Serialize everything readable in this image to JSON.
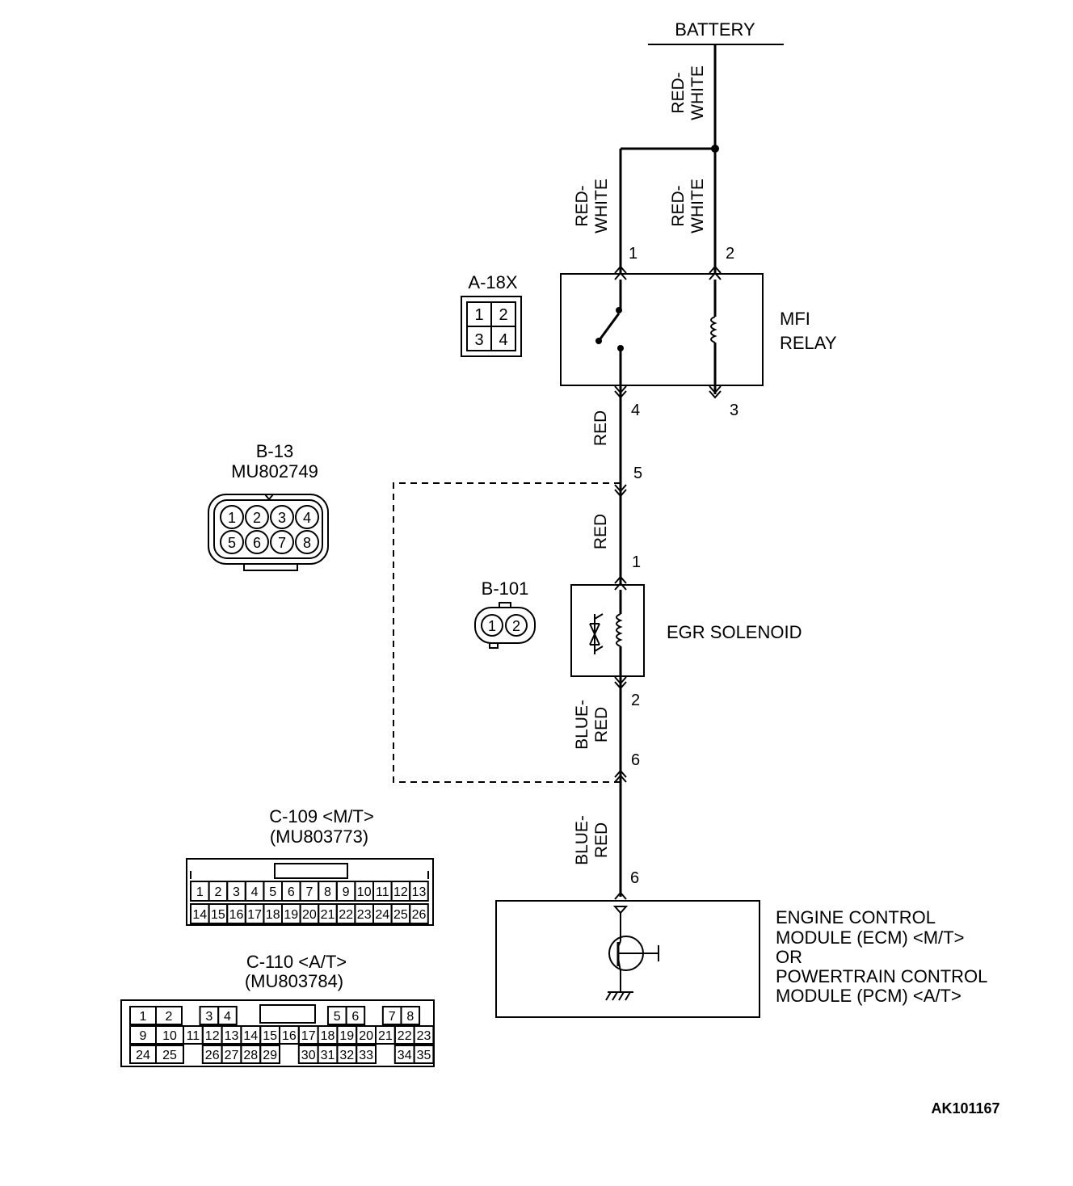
{
  "battery_label": "BATTERY",
  "wires": {
    "battery_feed": [
      "RED-",
      "WHITE"
    ],
    "relay_pin1": [
      "RED-",
      "WHITE"
    ],
    "relay_pin2": [
      "RED-",
      "WHITE"
    ],
    "relay_to_b13": "RED",
    "b13_to_solenoid": "RED",
    "solenoid_to_b13": [
      "BLUE-",
      "RED"
    ],
    "b13_to_ecm": [
      "BLUE-",
      "RED"
    ]
  },
  "pins": {
    "relay_1": "1",
    "relay_2": "2",
    "relay_3": "3",
    "relay_4": "4",
    "b13_5": "5",
    "solenoid_1": "1",
    "solenoid_2": "2",
    "b13_6": "6",
    "ecm_6": "6"
  },
  "mfi_relay": {
    "line1": "MFI",
    "line2": "RELAY"
  },
  "egr_solenoid": "EGR SOLENOID",
  "ecm": {
    "line1": "ENGINE CONTROL",
    "line2": "MODULE (ECM) <M/T>",
    "line3": "OR",
    "line4": "POWERTRAIN CONTROL",
    "line5": "MODULE (PCM) <A/T>"
  },
  "connectors": {
    "a18x": {
      "label": "A-18X",
      "pins": [
        "1",
        "2",
        "3",
        "4"
      ]
    },
    "b13": {
      "label": "B-13",
      "part": "MU802749",
      "pins": [
        "1",
        "2",
        "3",
        "4",
        "5",
        "6",
        "7",
        "8"
      ]
    },
    "b101": {
      "label": "B-101",
      "pins": [
        "1",
        "2"
      ]
    },
    "c109": {
      "label": "C-109 <M/T>",
      "part": "(MU803773)",
      "row1": [
        "1",
        "2",
        "3",
        "4",
        "5",
        "6",
        "7",
        "8",
        "9",
        "10",
        "11",
        "12",
        "13"
      ],
      "row2": [
        "14",
        "15",
        "16",
        "17",
        "18",
        "19",
        "20",
        "21",
        "22",
        "23",
        "24",
        "25",
        "26"
      ]
    },
    "c110": {
      "label": "C-110 <A/T>",
      "part": "(MU803784)",
      "row1": [
        "1",
        "2",
        "",
        "3",
        "4",
        "",
        "",
        "",
        "",
        "5",
        "6",
        "",
        "7",
        "8"
      ],
      "row2": [
        "9",
        "10",
        "11",
        "12",
        "13",
        "14",
        "15",
        "16",
        "17",
        "18",
        "19",
        "20",
        "21",
        "22",
        "23"
      ],
      "row3": [
        "24",
        "25",
        "",
        "26",
        "27",
        "28",
        "29",
        "",
        "30",
        "31",
        "32",
        "33",
        "",
        "34",
        "35"
      ]
    }
  },
  "figure_id": "AK101167"
}
